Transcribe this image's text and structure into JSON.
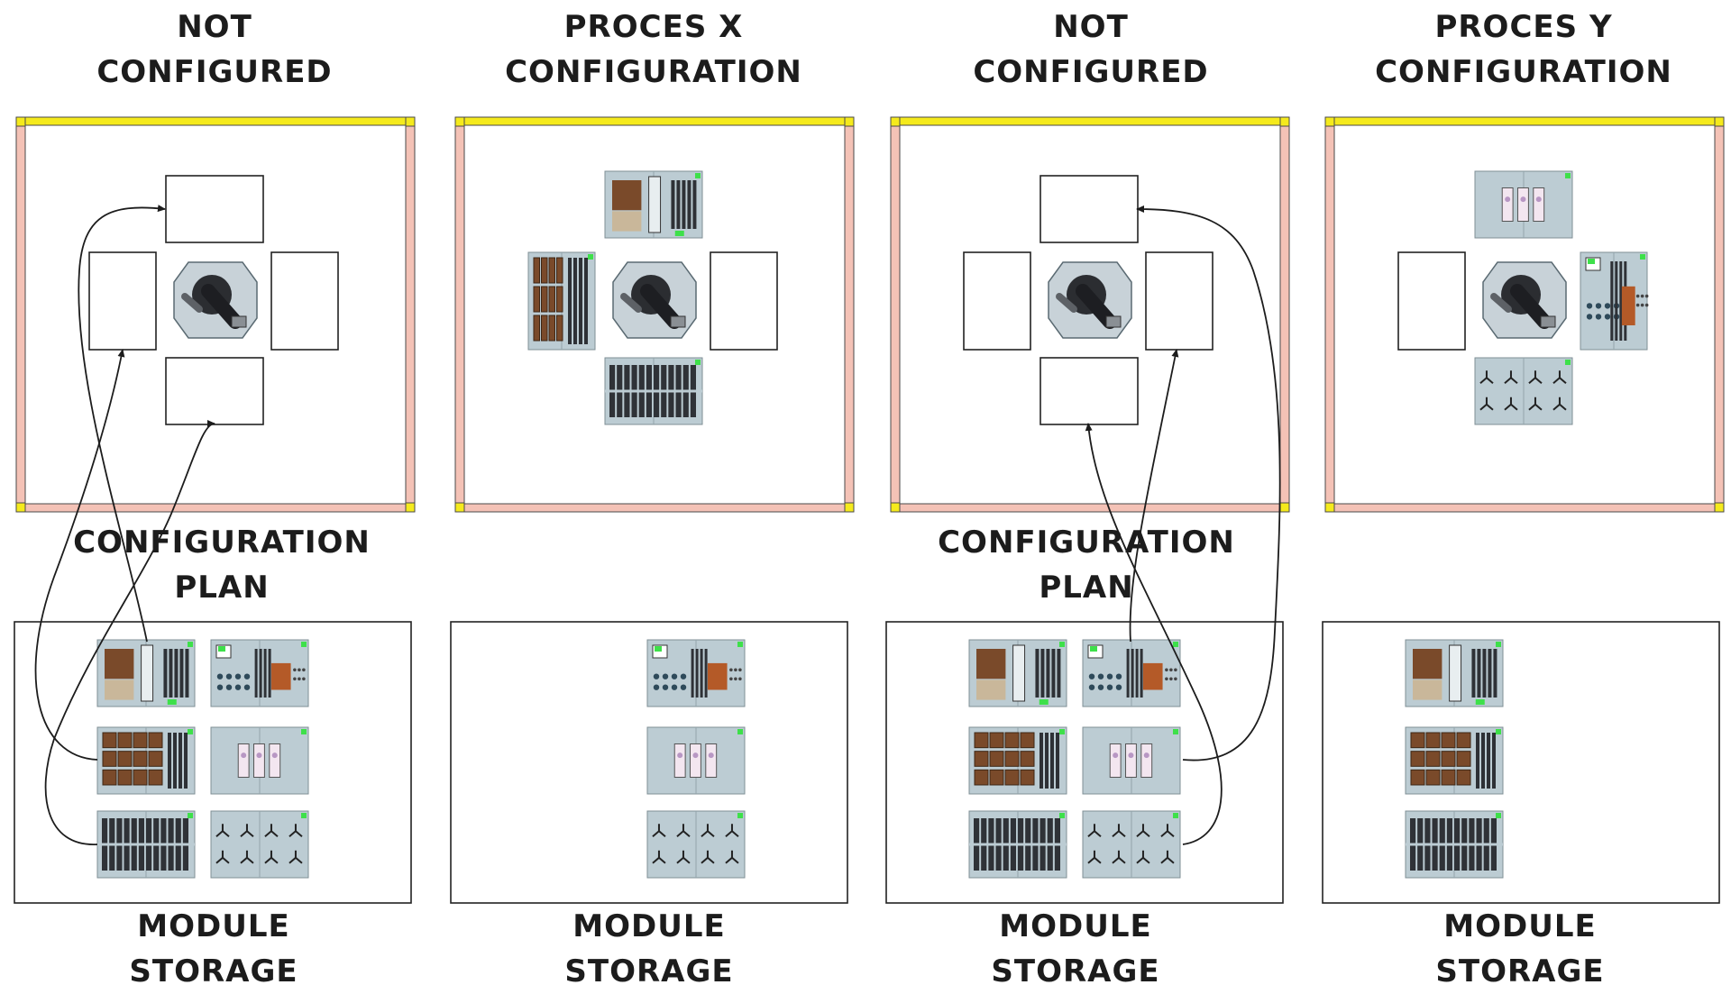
{
  "colors": {
    "frame_side": "#f4c2b6",
    "frame_top": "#f5ea1c",
    "frame_outline": "#4a4a4a",
    "module_bg": "#bcccd3",
    "connector_green": "#3ee04a"
  },
  "panels": [
    {
      "title_line1": "NOT",
      "title_line2": "CONFIGURED",
      "plan_line1": "CONFIGURATION",
      "plan_line2": "PLAN",
      "storage_line1": "MODULE",
      "storage_line2": "STORAGE"
    },
    {
      "title_line1": "PROCES X",
      "title_line2": "CONFIGURATION",
      "plan_line1": "",
      "plan_line2": "",
      "storage_line1": "MODULE",
      "storage_line2": "STORAGE"
    },
    {
      "title_line1": "NOT",
      "title_line2": "CONFIGURED",
      "plan_line1": "CONFIGURATION",
      "plan_line2": "PLAN",
      "storage_line1": "MODULE",
      "storage_line2": "STORAGE"
    },
    {
      "title_line1": "PROCES Y",
      "title_line2": "CONFIGURATION",
      "plan_line1": "",
      "plan_line2": "",
      "storage_line1": "MODULE",
      "storage_line2": "STORAGE"
    }
  ],
  "module_types": [
    "robot-cell-module",
    "fixture-module",
    "tray-module",
    "gripper-module",
    "rack-module",
    "bracket-module"
  ],
  "robot_icon": "robot-arm-icon"
}
